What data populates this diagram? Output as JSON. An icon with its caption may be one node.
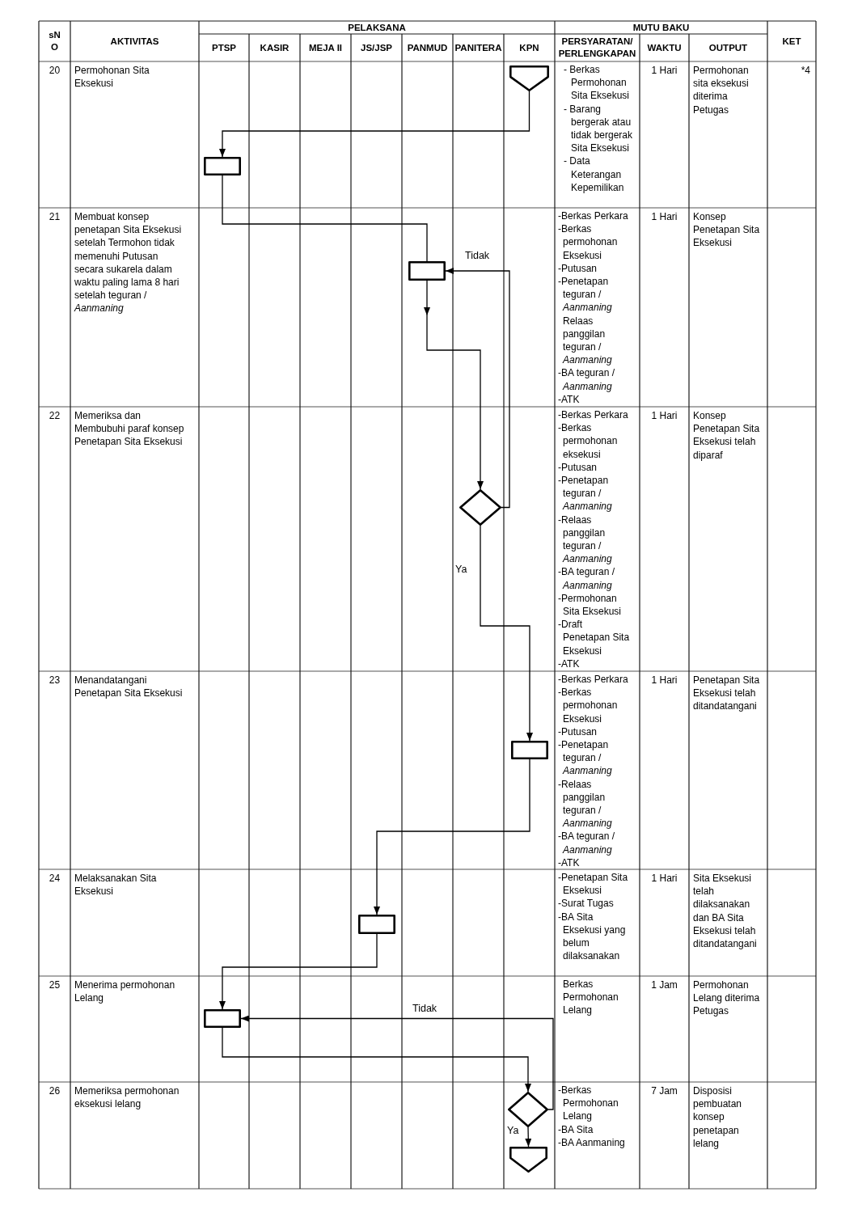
{
  "diagram": {
    "nodes": [
      {
        "text": [],
        "shape": "pentagon"
      },
      {
        "text": [],
        "shape": "box"
      },
      {
        "text": [],
        "shape": "box"
      },
      {
        "text": [],
        "shape": "diamond"
      },
      {
        "text": [],
        "shape": "box"
      },
      {
        "text": [],
        "shape": "box"
      },
      {
        "text": [],
        "shape": "box"
      },
      {
        "text": [],
        "shape": "diamond"
      },
      {
        "text": [],
        "shape": "pentagon"
      }
    ],
    "edges": [
      {
        "from": 0,
        "to": 1,
        "arrow": "to"
      },
      {
        "from": 1,
        "to": 2,
        "arrow": "none"
      },
      {
        "from": 2,
        "to": 3,
        "arrow": "to"
      },
      {
        "from": 3,
        "to": 2,
        "arrow": "to",
        "label": "Tidak"
      },
      {
        "from": 3,
        "to": 4,
        "arrow": "to",
        "label": "Ya"
      },
      {
        "from": 4,
        "to": 5,
        "arrow": "to"
      },
      {
        "from": 5,
        "to": 6,
        "arrow": "to"
      },
      {
        "from": 6,
        "to": 7,
        "arrow": "to"
      },
      {
        "from": 7,
        "to": 6,
        "arrow": "to",
        "label": "Tidak"
      },
      {
        "from": 7,
        "to": 8,
        "arrow": "to",
        "label": "Ya"
      }
    ],
    "labels": [
      "sNO",
      "AKTIVITAS",
      "PELAKSANA",
      "MUTU BAKU",
      "KET",
      "PTSP",
      "KASIR",
      "MEJA II",
      "JS/JSP",
      "PANMUD",
      "PANITERA",
      "KPN",
      "PERSYARATAN/ PERLENGKAPAN",
      "WAKTU",
      "OUTPUT",
      "20",
      "Permohonan Sita Eksekusi",
      "- Berkas Permohonan Sita Eksekusi",
      "- Barang bergerak atau tidak bergerak Sita Eksekusi",
      "- Data Keterangan Kepemilikan",
      "1 Hari",
      "Permohonan sita eksekusi diterima Petugas",
      "*4",
      "21",
      "Membuat konsep penetapan Sita Eksekusi setelah Termohon tidak memenuhi Putusan secara sukarela dalam waktu paling lama 8 hari setelah teguran / *Aanmaning*",
      "-Berkas Perkara",
      "-Berkas permohonan Eksekusi",
      "-Putusan",
      "-Penetapan teguran / *Aanmaning*",
      "Relaas panggilan teguran / *Aanmaning*",
      "-BA teguran / *Aanmaning*",
      "-ATK",
      "1 Hari",
      "Konsep Penetapan Sita Eksekusi",
      "22",
      "Memeriksa dan Membubuhi paraf konsep Penetapan Sita Eksekusi",
      "-Berkas Perkara",
      "-Berkas permohonan eksekusi",
      "-Putusan",
      "-Penetapan teguran / *Aanmaning*",
      "-Relaas panggilan teguran / *Aanmaning*",
      "-BA teguran / *Aanmaning*",
      "-Permohonan Sita Eksekusi",
      "-Draft Penetapan Sita Eksekusi",
      "-ATK",
      "1 Hari",
      "Konsep Penetapan Sita Eksekusi telah diparaf",
      "23",
      "Menandatangani Penetapan Sita Eksekusi",
      "-Berkas Perkara",
      "-Berkas permohonan Eksekusi",
      "-Putusan",
      "-Penetapan teguran / *Aanmaning*",
      "-Relaas panggilan teguran / *Aanmaning*",
      "-BA teguran / *Aanmaning*",
      "-ATK",
      "1 Hari",
      "Penetapan Sita Eksekusi telah ditandatangani",
      "24",
      "Melaksanakan Sita Eksekusi",
      "-Penetapan Sita Eksekusi",
      "-Surat Tugas",
      "-BA Sita Eksekusi yang belum dilaksanakan",
      "1 Hari",
      "Sita Eksekusi telah dilaksanakan dan BA Sita Eksekusi telah ditandatangani",
      "25",
      "Menerima permohonan Lelang",
      "Berkas Permohonan Lelang",
      "1 Jam",
      "Permohonan Lelang diterima Petugas",
      "26",
      "Memeriksa permohonan eksekusi lelang",
      "-Berkas Permohonan Lelang",
      "-BA Sita",
      "-BA Aanmaning",
      "7 Jam",
      "Disposisi pembuatan konsep penetapan lelang"
    ]
  }
}
